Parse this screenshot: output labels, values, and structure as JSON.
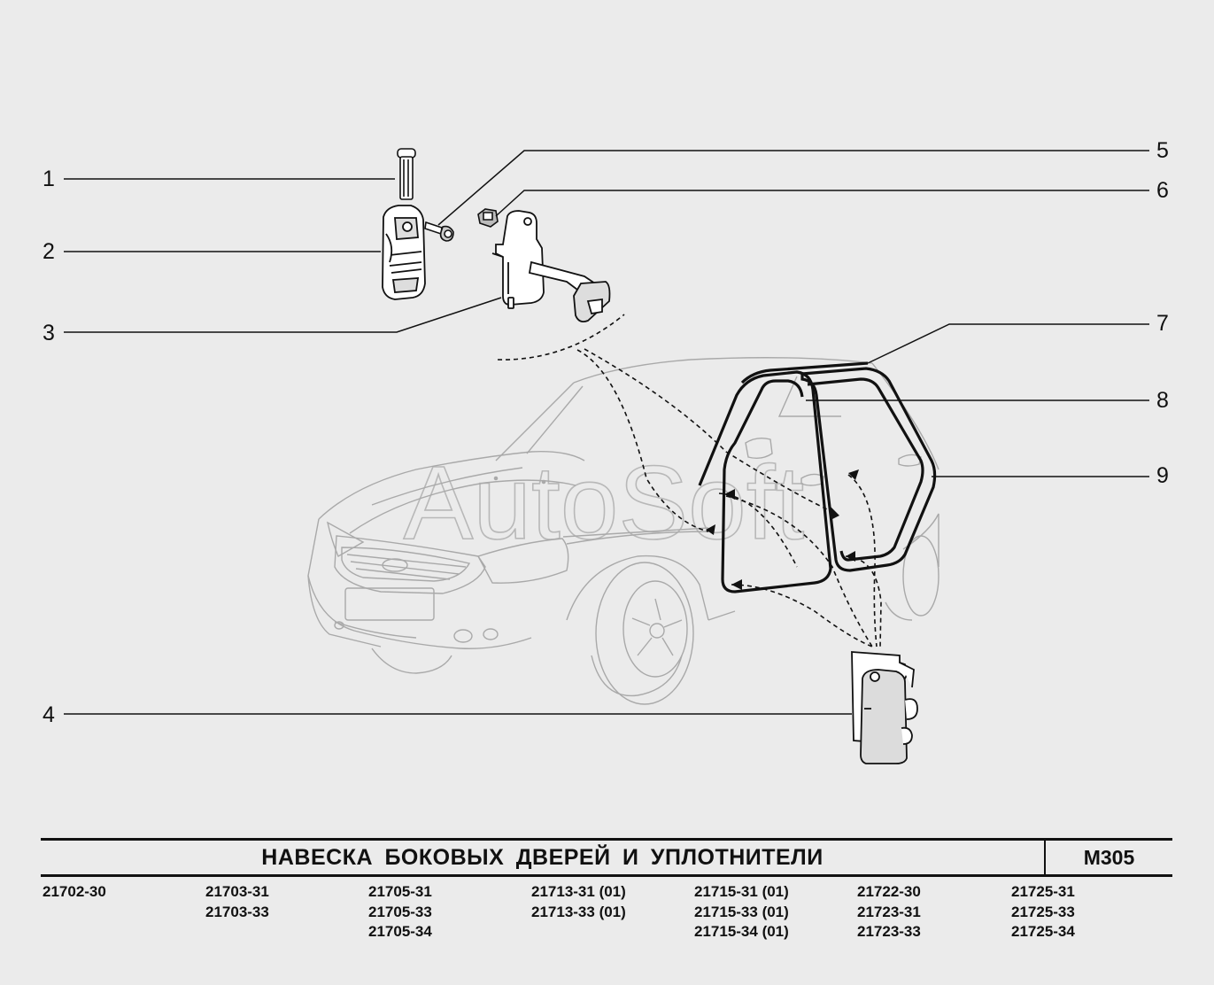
{
  "watermark": "AutoSoft",
  "callouts": [
    "1",
    "2",
    "3",
    "4",
    "5",
    "6",
    "7",
    "8",
    "9"
  ],
  "title": "НАВЕСКА  БОКОВЫХ  ДВЕРЕЙ  И  УПЛОТНИТЕЛИ",
  "code": "M305",
  "models": [
    [
      "21702-30"
    ],
    [
      "21703-31",
      "21703-33"
    ],
    [
      "21705-31",
      "21705-33",
      "21705-34"
    ],
    [
      "21713-31 (01)",
      "21713-33 (01)"
    ],
    [
      "21715-31 (01)",
      "21715-33 (01)",
      "21715-34 (01)"
    ],
    [
      "21722-30",
      "21723-31",
      "21723-33"
    ],
    [
      "21725-31",
      "21725-33",
      "21725-34"
    ]
  ]
}
